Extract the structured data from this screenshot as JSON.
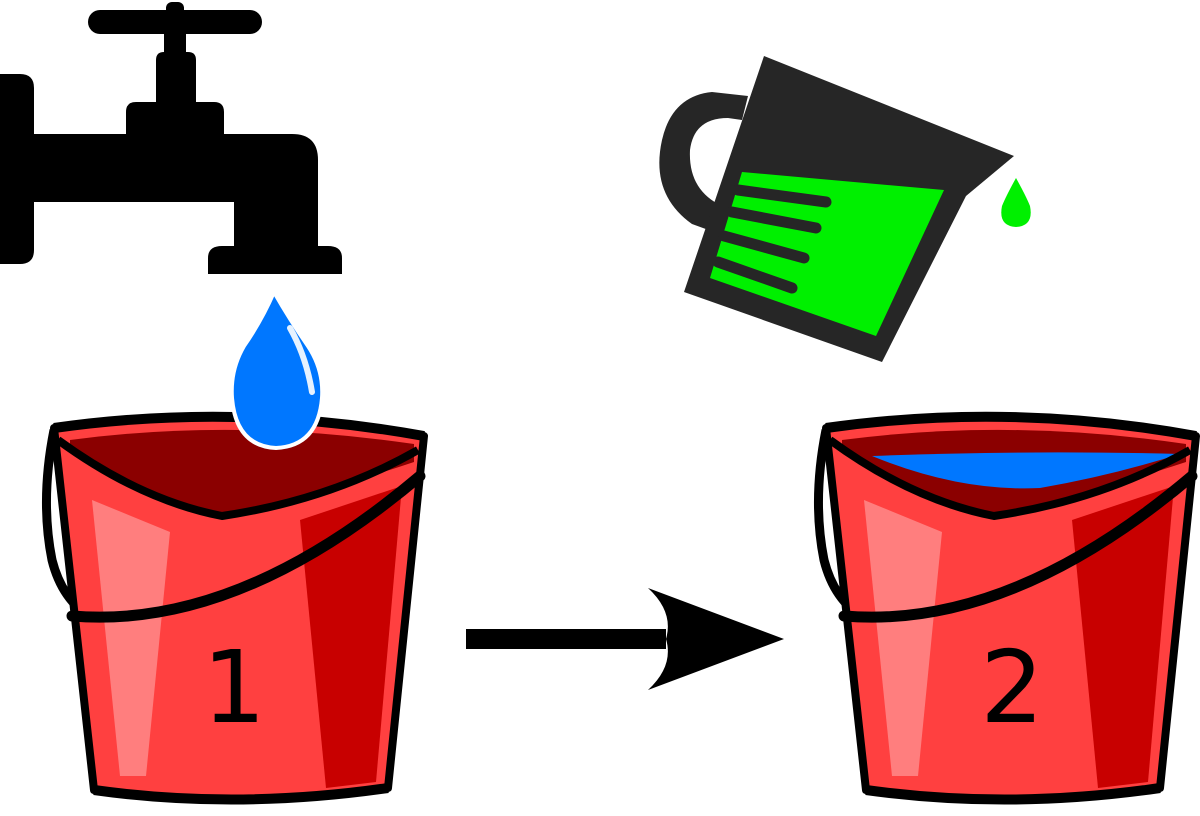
{
  "colors": {
    "background": "#ffffff",
    "outline": "#000000",
    "bucket_red": "#ff4040",
    "bucket_dark": "#8b0000",
    "bucket_shadow": "#c80000",
    "bucket_highlight": "#ff8a8a",
    "water_blue": "#0077ff",
    "tap_black": "#000000",
    "jug_dark": "#262626",
    "liquid_green": "#00f000"
  },
  "icons": {
    "tap": "tap-icon",
    "water_drop": "water-drop-icon",
    "measuring_jug": "measuring-jug-icon",
    "green_drop": "green-drop-icon",
    "arrow": "arrow-right-icon"
  },
  "steps": [
    {
      "label": "1",
      "contents": "empty"
    },
    {
      "label": "2",
      "contents": "water"
    }
  ]
}
